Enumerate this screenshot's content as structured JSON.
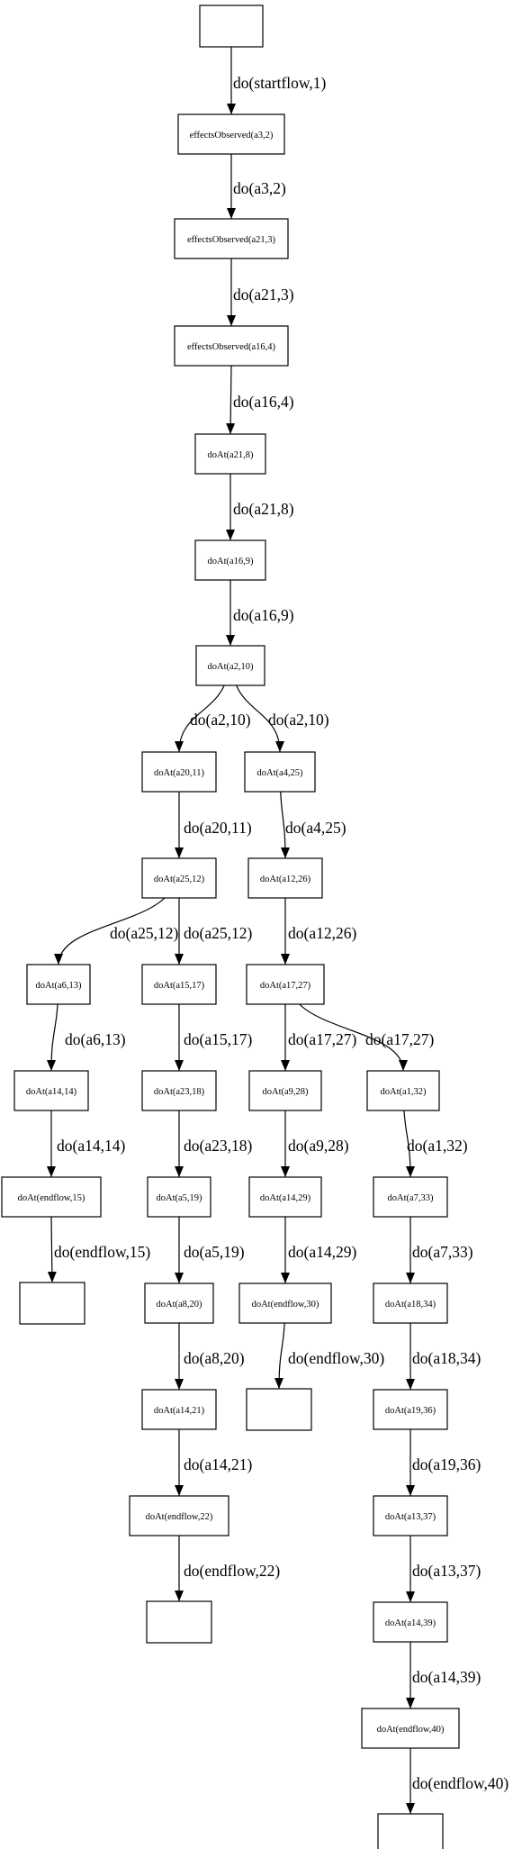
{
  "nodes": [
    {
      "id": "n0",
      "label": ""
    },
    {
      "id": "n1",
      "label": "effectsObserved(a3,2)"
    },
    {
      "id": "n2",
      "label": "effectsObserved(a21,3)"
    },
    {
      "id": "n3",
      "label": "effectsObserved(a16,4)"
    },
    {
      "id": "n4",
      "label": "doAt(a21,8)"
    },
    {
      "id": "n5",
      "label": "doAt(a16,9)"
    },
    {
      "id": "n6",
      "label": "doAt(a2,10)"
    },
    {
      "id": "n7",
      "label": "doAt(a20,11)"
    },
    {
      "id": "n8",
      "label": "doAt(a4,25)"
    },
    {
      "id": "n9",
      "label": "doAt(a25,12)"
    },
    {
      "id": "n10",
      "label": "doAt(a12,26)"
    },
    {
      "id": "n11",
      "label": "doAt(a6,13)"
    },
    {
      "id": "n12",
      "label": "doAt(a15,17)"
    },
    {
      "id": "n13",
      "label": "doAt(a17,27)"
    },
    {
      "id": "n14",
      "label": "doAt(a14,14)"
    },
    {
      "id": "n15",
      "label": "doAt(a23,18)"
    },
    {
      "id": "n16",
      "label": "doAt(a9,28)"
    },
    {
      "id": "n17",
      "label": "doAt(a1,32)"
    },
    {
      "id": "n18",
      "label": "doAt(endflow,15)"
    },
    {
      "id": "n19",
      "label": "doAt(a5,19)"
    },
    {
      "id": "n20",
      "label": "doAt(a14,29)"
    },
    {
      "id": "n21",
      "label": "doAt(a7,33)"
    },
    {
      "id": "n22",
      "label": ""
    },
    {
      "id": "n23",
      "label": "doAt(a8,20)"
    },
    {
      "id": "n24",
      "label": "doAt(endflow,30)"
    },
    {
      "id": "n25",
      "label": "doAt(a18,34)"
    },
    {
      "id": "n26",
      "label": "doAt(a14,21)"
    },
    {
      "id": "n27",
      "label": ""
    },
    {
      "id": "n28",
      "label": "doAt(a19,36)"
    },
    {
      "id": "n29",
      "label": "doAt(endflow,22)"
    },
    {
      "id": "n30",
      "label": "doAt(a13,37)"
    },
    {
      "id": "n31",
      "label": ""
    },
    {
      "id": "n32",
      "label": "doAt(a14,39)"
    },
    {
      "id": "n33",
      "label": "doAt(endflow,40)"
    },
    {
      "id": "n34",
      "label": ""
    }
  ],
  "edges": [
    {
      "from": "n0",
      "to": "n1",
      "label": "do(startflow,1)"
    },
    {
      "from": "n1",
      "to": "n2",
      "label": "do(a3,2)"
    },
    {
      "from": "n2",
      "to": "n3",
      "label": "do(a21,3)"
    },
    {
      "from": "n3",
      "to": "n4",
      "label": "do(a16,4)"
    },
    {
      "from": "n4",
      "to": "n5",
      "label": "do(a21,8)"
    },
    {
      "from": "n5",
      "to": "n6",
      "label": "do(a16,9)"
    },
    {
      "from": "n6",
      "to": "n7",
      "label": "do(a2,10)"
    },
    {
      "from": "n6",
      "to": "n8",
      "label": "do(a2,10)"
    },
    {
      "from": "n7",
      "to": "n9",
      "label": "do(a20,11)"
    },
    {
      "from": "n8",
      "to": "n10",
      "label": "do(a4,25)"
    },
    {
      "from": "n9",
      "to": "n11",
      "label": "do(a25,12)"
    },
    {
      "from": "n9",
      "to": "n12",
      "label": "do(a25,12)"
    },
    {
      "from": "n10",
      "to": "n13",
      "label": "do(a12,26)"
    },
    {
      "from": "n11",
      "to": "n14",
      "label": "do(a6,13)"
    },
    {
      "from": "n12",
      "to": "n15",
      "label": "do(a15,17)"
    },
    {
      "from": "n13",
      "to": "n16",
      "label": "do(a17,27)"
    },
    {
      "from": "n13",
      "to": "n17",
      "label": "do(a17,27)"
    },
    {
      "from": "n14",
      "to": "n18",
      "label": "do(a14,14)"
    },
    {
      "from": "n15",
      "to": "n19",
      "label": "do(a23,18)"
    },
    {
      "from": "n16",
      "to": "n20",
      "label": "do(a9,28)"
    },
    {
      "from": "n17",
      "to": "n21",
      "label": "do(a1,32)"
    },
    {
      "from": "n18",
      "to": "n22",
      "label": "do(endflow,15)"
    },
    {
      "from": "n19",
      "to": "n23",
      "label": "do(a5,19)"
    },
    {
      "from": "n20",
      "to": "n24",
      "label": "do(a14,29)"
    },
    {
      "from": "n21",
      "to": "n25",
      "label": "do(a7,33)"
    },
    {
      "from": "n23",
      "to": "n26",
      "label": "do(a8,20)"
    },
    {
      "from": "n24",
      "to": "n27",
      "label": "do(endflow,30)"
    },
    {
      "from": "n25",
      "to": "n28",
      "label": "do(a18,34)"
    },
    {
      "from": "n26",
      "to": "n29",
      "label": "do(a14,21)"
    },
    {
      "from": "n28",
      "to": "n30",
      "label": "do(a19,36)"
    },
    {
      "from": "n29",
      "to": "n31",
      "label": "do(endflow,22)"
    },
    {
      "from": "n30",
      "to": "n32",
      "label": "do(a13,37)"
    },
    {
      "from": "n32",
      "to": "n33",
      "label": "do(a14,39)"
    },
    {
      "from": "n33",
      "to": "n34",
      "label": "do(endflow,40)"
    }
  ]
}
